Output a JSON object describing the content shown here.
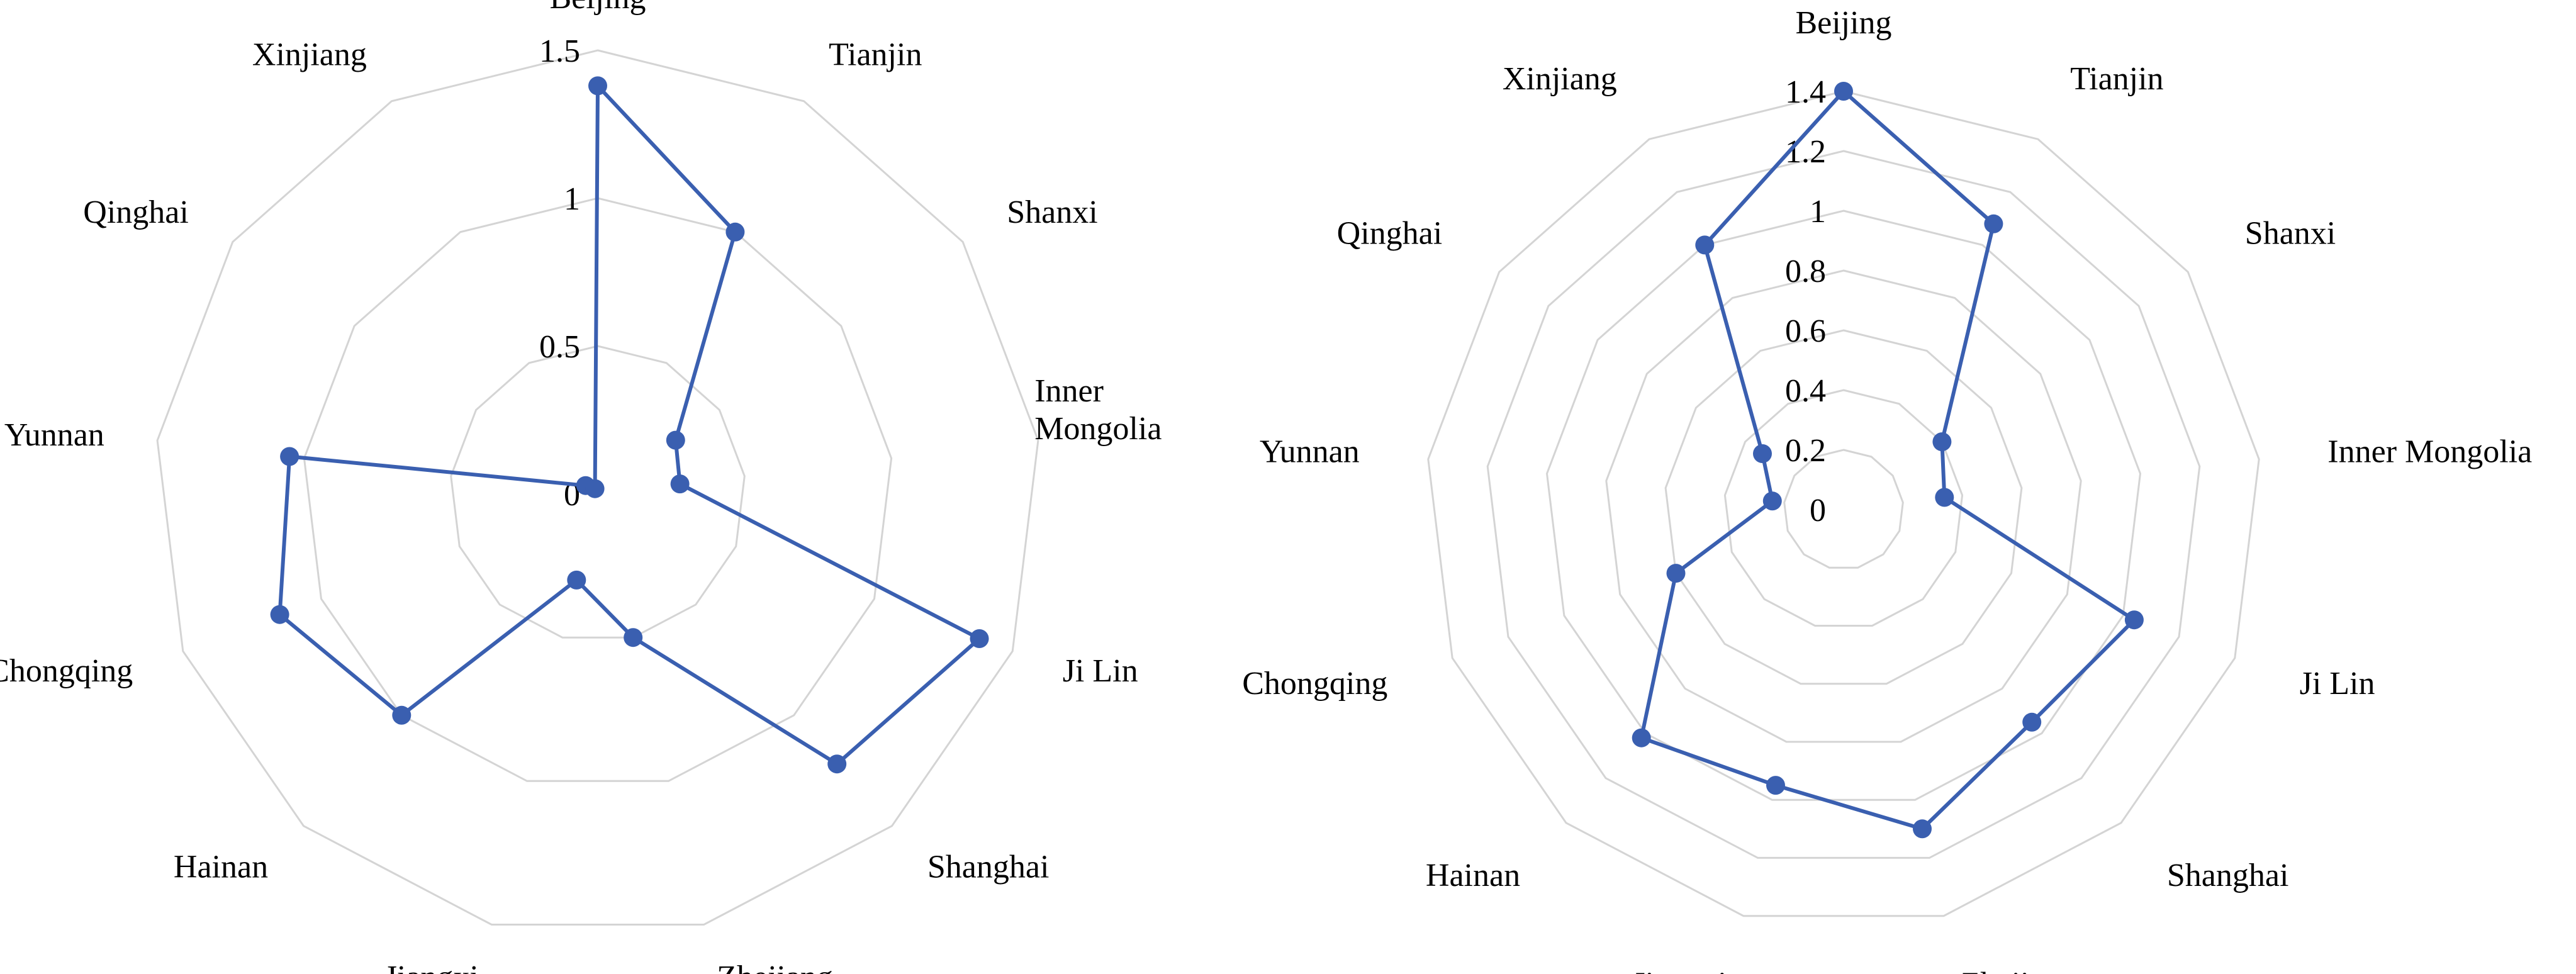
{
  "colors": {
    "series": "#3a5fb0",
    "grid": "#d4d4d4",
    "text": "#000000"
  },
  "chart_data": [
    {
      "type": "radar",
      "categories": [
        "Beijing",
        "Tianjin",
        "Shanxi",
        "Inner Mongolia",
        "Ji Lin",
        "Shanghai",
        "Zhejiang",
        "Jiangxi",
        "Hainan",
        "Chongqing",
        "Yunnan",
        "Qinghai",
        "Xinjiang"
      ],
      "category_lines": [
        [
          "Beijing"
        ],
        [
          "Tianjin"
        ],
        [
          "Shanxi"
        ],
        [
          "Inner",
          "Mongolia"
        ],
        [
          "Ji Lin"
        ],
        [
          "Shanghai"
        ],
        [
          "Zhejiang"
        ],
        [
          "Jiangxi"
        ],
        [
          "Hainan"
        ],
        [
          "Chongqing"
        ],
        [
          "Yunnan"
        ],
        [
          "Qinghai"
        ],
        [
          "Xinjiang"
        ]
      ],
      "ticks": [
        "0",
        "0.5",
        "1",
        "1.5"
      ],
      "tick_values": [
        0,
        0.5,
        1,
        1.5
      ],
      "rlim": [
        0,
        1.5
      ],
      "grid": true,
      "series": [
        {
          "values": [
            1.38,
            1.0,
            0.32,
            0.28,
            1.38,
            1.22,
            0.5,
            0.3,
            1.0,
            1.15,
            1.05,
            0.05,
            0.02
          ]
        }
      ]
    },
    {
      "type": "radar",
      "categories": [
        "Beijing",
        "Tianjin",
        "Shanxi",
        "Inner Mongolia",
        "Ji Lin",
        "Shanghai",
        "Zhejiang",
        "Jiangxi",
        "Hainan",
        "Chongqing",
        "Yunnan",
        "Qinghai",
        "Xinjiang"
      ],
      "category_lines": [
        [
          "Beijing"
        ],
        [
          "Tianjin"
        ],
        [
          "Shanxi"
        ],
        [
          "Inner Mongolia"
        ],
        [
          "Ji Lin"
        ],
        [
          "Shanghai"
        ],
        [
          "Zhejiang"
        ],
        [
          "Jiangxi"
        ],
        [
          "Hainan"
        ],
        [
          "Chongqing"
        ],
        [
          "Yunnan"
        ],
        [
          "Qinghai"
        ],
        [
          "Xinjiang"
        ]
      ],
      "ticks": [
        "0",
        "0.2",
        "0.4",
        "0.6",
        "0.8",
        "1",
        "1.2",
        "1.4"
      ],
      "tick_values": [
        0,
        0.2,
        0.4,
        0.6,
        0.8,
        1.0,
        1.2,
        1.4
      ],
      "rlim": [
        0,
        1.4
      ],
      "grid": true,
      "series": [
        {
          "values": [
            1.4,
            1.08,
            0.4,
            0.34,
            1.04,
            0.95,
            1.1,
            0.95,
            1.02,
            0.6,
            0.24,
            0.33,
            1.0
          ]
        }
      ]
    }
  ]
}
